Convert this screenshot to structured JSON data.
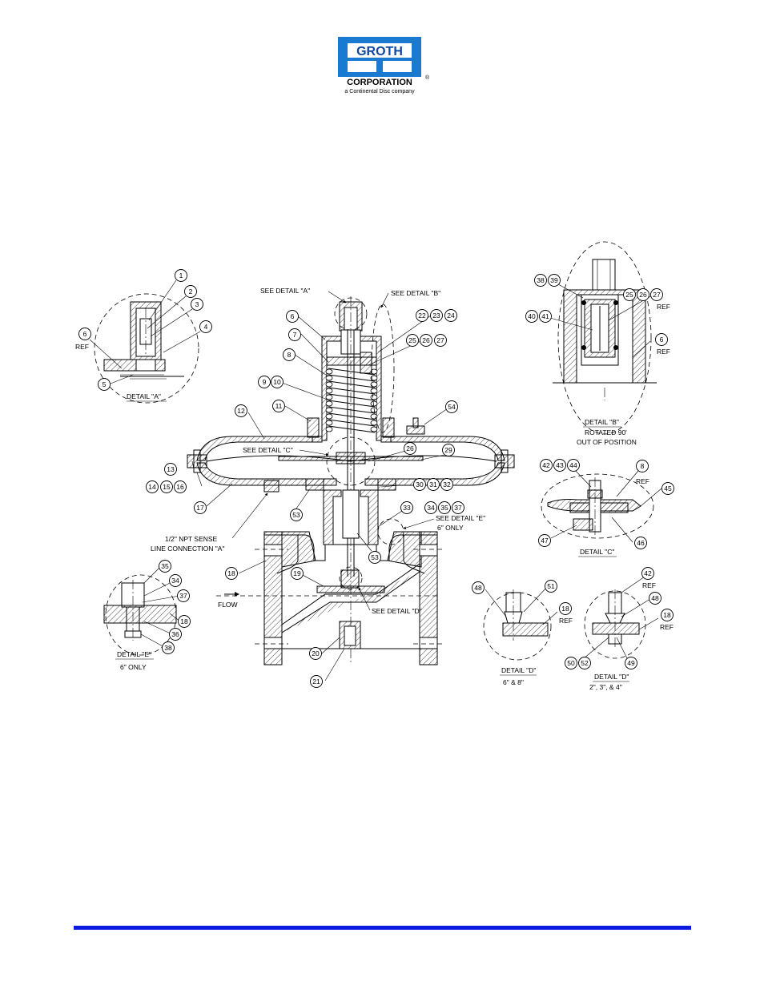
{
  "logo": {
    "company": "GROTH",
    "subline": "CORPORATION",
    "registered": "®",
    "tagline": "a Continental Disc company",
    "brand_color": "#1565c0"
  },
  "callouts": {
    "see_detail_a": "SEE DETAIL \"A\"",
    "see_detail_b": "SEE DETAIL \"B\"",
    "see_detail_c": "SEE DETAIL \"C\"",
    "see_detail_d": "SEE DETAIL \"D\"",
    "see_detail_e": "SEE DETAIL \"E\"",
    "six_only": "6\" ONLY",
    "npt_line1": "1/2\" NPT SENSE",
    "npt_line2": "LINE CONNECTION \"A\"",
    "flow": "FLOW",
    "ref": "REF"
  },
  "details": {
    "a_title": "DETAIL \"A\"",
    "b_title": "DETAIL \"B\"",
    "b_note1": "ROTATED 90'",
    "b_note2": "OUT OF POSITION",
    "c_title": "DETAIL \"C\"",
    "d1_title": "DETAIL \"D\"",
    "d1_note": "6\" & 8\"",
    "d2_title": "DETAIL \"D\"",
    "d2_note": "2\", 3\", & 4\"",
    "e_title": "DETAIL \"E\"",
    "e_note": "6\" ONLY"
  },
  "balloons": [
    "1",
    "2",
    "3",
    "4",
    "5",
    "6",
    "7",
    "8",
    "9",
    "10",
    "11",
    "12",
    "13",
    "14",
    "15",
    "16",
    "17",
    "18",
    "19",
    "20",
    "21",
    "22",
    "23",
    "24",
    "25",
    "26",
    "27",
    "29",
    "30",
    "31",
    "32",
    "33",
    "34",
    "35",
    "36",
    "37",
    "38",
    "39",
    "40",
    "41",
    "42",
    "43",
    "44",
    "45",
    "46",
    "47",
    "48",
    "49",
    "50",
    "51",
    "52",
    "53",
    "54"
  ],
  "footer_rule_color": "#0a1ae0"
}
